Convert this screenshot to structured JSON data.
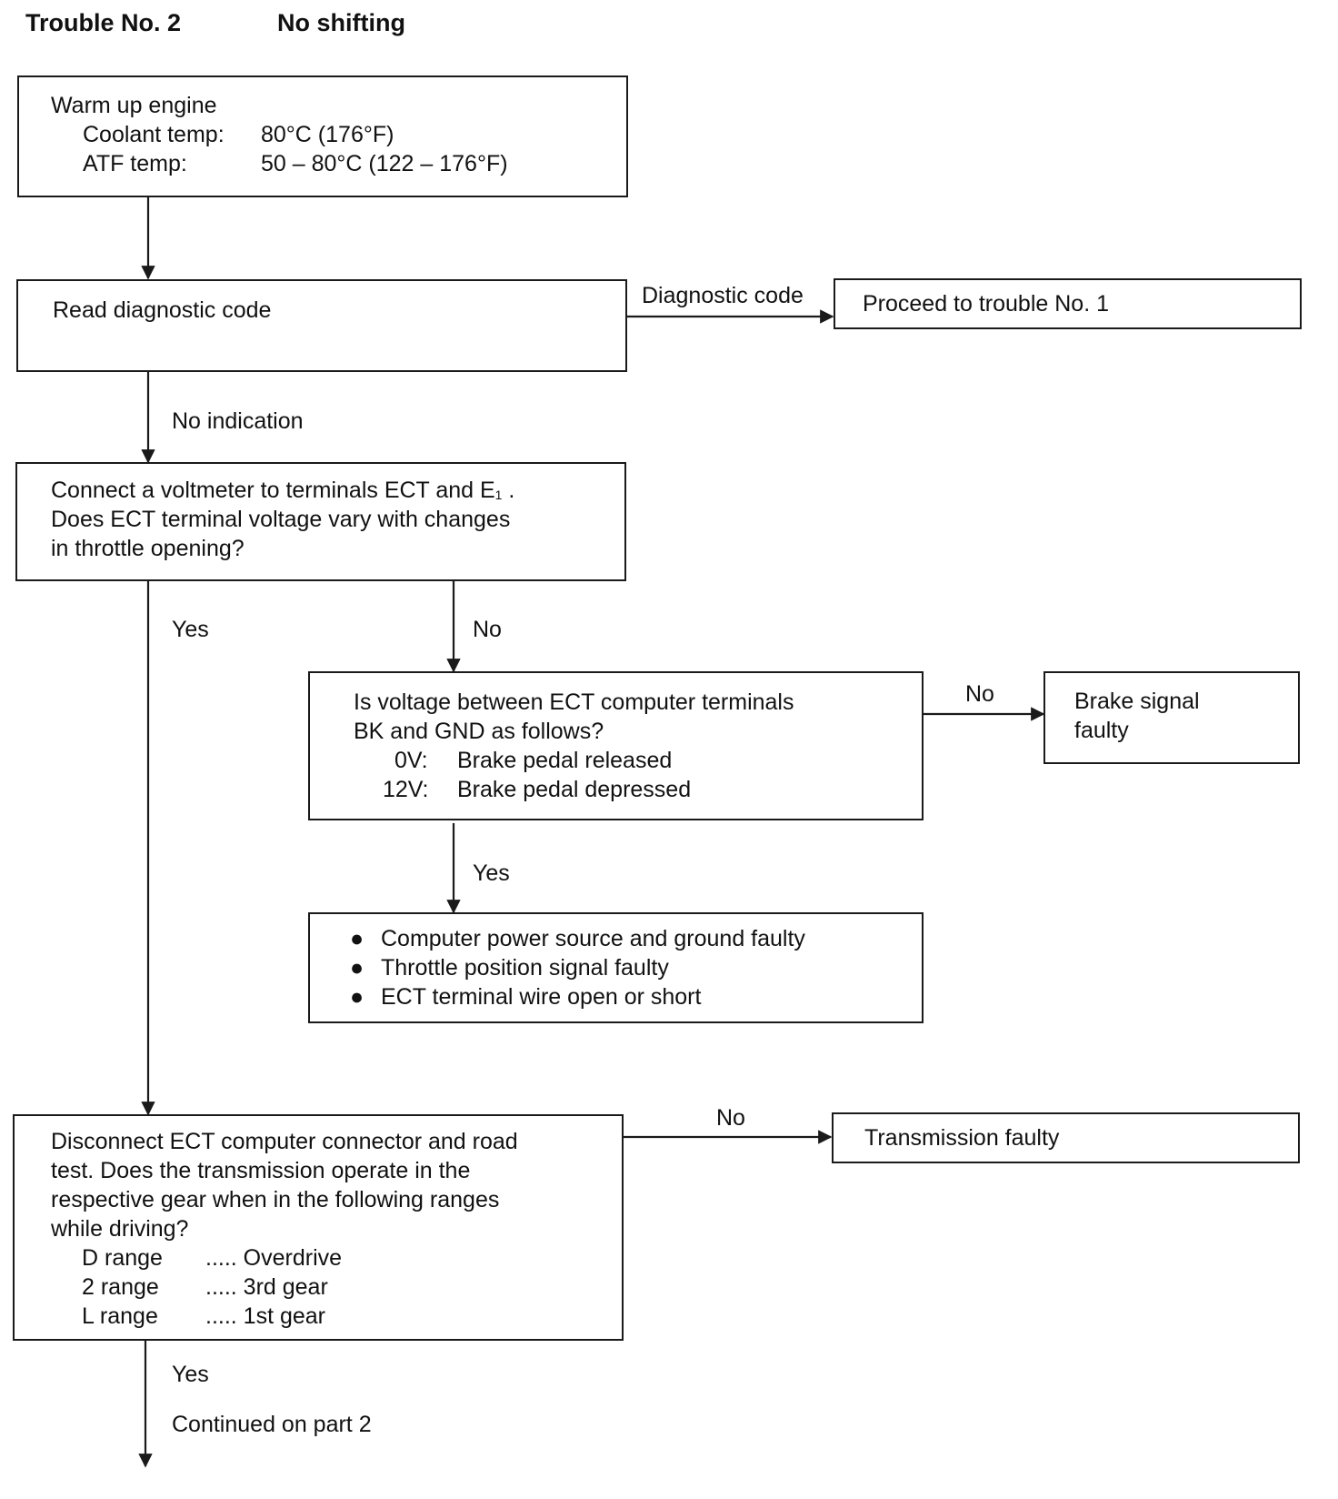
{
  "header": {
    "trouble": "Trouble No. 2",
    "symptom": "No shifting"
  },
  "box_warmup": {
    "title": "Warm up engine",
    "coolant_label": "Coolant temp:",
    "coolant_value": "80°C (176°F)",
    "atf_label": "ATF temp:",
    "atf_value": "50 – 80°C (122 – 176°F)"
  },
  "box_read_code": {
    "text": "Read diagnostic code"
  },
  "label_diagnostic_code": "Diagnostic code",
  "box_proceed": {
    "text": "Proceed to trouble No. 1"
  },
  "label_no_indication": "No indication",
  "box_voltmeter": {
    "line1": "Connect a voltmeter to terminals ECT and E",
    "line1_sub": "1",
    "line1_end": " .",
    "line2": "Does ECT terminal voltage vary with changes",
    "line3": "in throttle opening?"
  },
  "label_yes_1": "Yes",
  "label_no_1": "No",
  "box_brake_voltage": {
    "line1": "Is voltage between ECT computer terminals",
    "line2": "BK and GND as follows?",
    "row1_volt": "0V:",
    "row1_text": "Brake pedal released",
    "row2_volt": "12V:",
    "row2_text": "Brake pedal depressed"
  },
  "label_no_2": "No",
  "box_brake_signal": {
    "line1": "Brake signal",
    "line2": "faulty"
  },
  "label_yes_2": "Yes",
  "box_faults": {
    "bullet": "●",
    "items": [
      "Computer power source and ground faulty",
      "Throttle position signal faulty",
      "ECT terminal wire open or short"
    ]
  },
  "box_road_test": {
    "line1": "Disconnect ECT computer connector and road",
    "line2": "test.  Does the transmission operate in the",
    "line3": "respective gear when in the following ranges",
    "line4": "while driving?",
    "ranges": [
      {
        "range": "D range",
        "gear": "..... Overdrive"
      },
      {
        "range": "2 range",
        "gear": "..... 3rd gear"
      },
      {
        "range": "L range",
        "gear": "..... 1st gear"
      }
    ]
  },
  "label_no_3": "No",
  "box_transmission": {
    "text": "Transmission faulty"
  },
  "label_yes_3": "Yes",
  "label_continued": "Continued on part 2",
  "colors": {
    "ink": "#1a1a1a",
    "background": "#ffffff"
  }
}
